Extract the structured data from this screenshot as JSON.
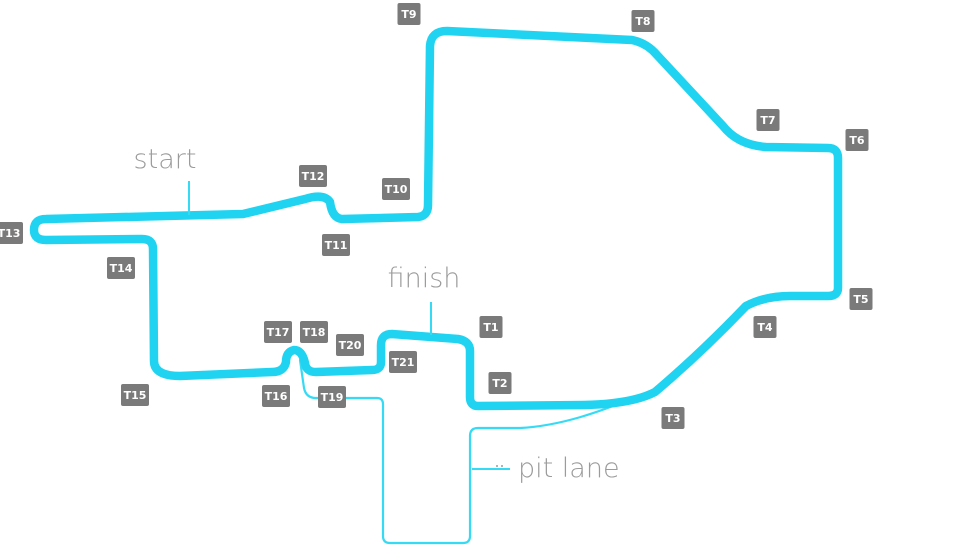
{
  "colors": {
    "track": "#1fd3f1",
    "pit_lane": "#35dbf5",
    "turn_badge": "#7a7a7a",
    "turn_text": "#ffffff",
    "label_text": "#9b9b9b",
    "background": "#ffffff"
  },
  "labels": {
    "start": "start",
    "finish": "finish",
    "pit_lane": "pit lane"
  },
  "turns": [
    {
      "id": "T1",
      "label": "T1"
    },
    {
      "id": "T2",
      "label": "T2"
    },
    {
      "id": "T3",
      "label": "T3"
    },
    {
      "id": "T4",
      "label": "T4"
    },
    {
      "id": "T5",
      "label": "T5"
    },
    {
      "id": "T6",
      "label": "T6"
    },
    {
      "id": "T7",
      "label": "T7"
    },
    {
      "id": "T8",
      "label": "T8"
    },
    {
      "id": "T9",
      "label": "T9"
    },
    {
      "id": "T10",
      "label": "T10"
    },
    {
      "id": "T11",
      "label": "T11"
    },
    {
      "id": "T12",
      "label": "T12"
    },
    {
      "id": "T13",
      "label": "T13"
    },
    {
      "id": "T14",
      "label": "T14"
    },
    {
      "id": "T15",
      "label": "T15"
    },
    {
      "id": "T16",
      "label": "T16"
    },
    {
      "id": "T17",
      "label": "T17"
    },
    {
      "id": "T18",
      "label": "T18"
    },
    {
      "id": "T19",
      "label": "T19"
    },
    {
      "id": "T20",
      "label": "T20"
    },
    {
      "id": "T21",
      "label": "T21"
    }
  ]
}
